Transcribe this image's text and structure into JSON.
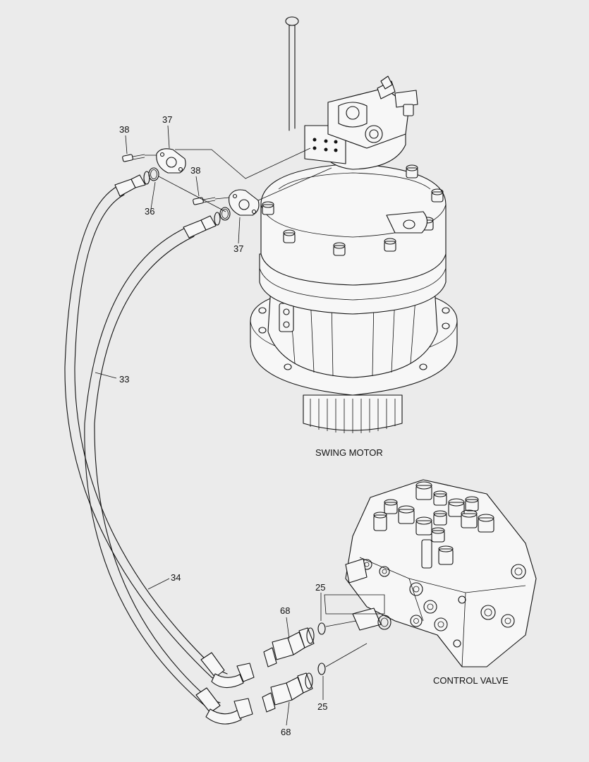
{
  "titles": {
    "swing_motor": "SWING MOTOR",
    "control_valve": "CONTROL VALVE"
  },
  "parts": {
    "p38a": "38",
    "p37a": "37",
    "p38b": "38",
    "p36": "36",
    "p37b": "37",
    "p33": "33",
    "p34": "34",
    "p25a": "25",
    "p68a": "68",
    "p25b": "25",
    "p68b": "68"
  }
}
